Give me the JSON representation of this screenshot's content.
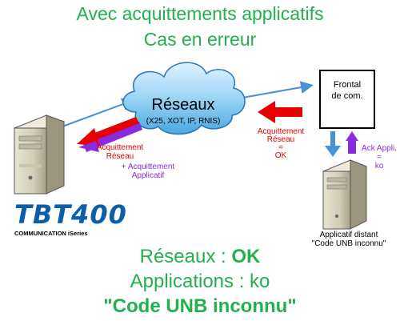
{
  "title": {
    "line1": "Avec acquittements applicatifs",
    "line2": "Cas en erreur"
  },
  "cloud": {
    "name": "Réseaux",
    "protocols": "(X25, XOT, IP, RNIS)"
  },
  "frontal": {
    "line1": "Frontal",
    "line2": "de com."
  },
  "ack_network_right": {
    "line1": "Acquittement",
    "line2": "Réseau",
    "line3": "=",
    "line4": "OK"
  },
  "ack_left": {
    "red_line1": "Acquittement",
    "red_line2": "Réseau",
    "purple_line1": "+ Acquittement",
    "purple_line2": "Applicatif"
  },
  "ack_appli": {
    "line1": "Ack Appli.",
    "line2": "=",
    "line3": "ko"
  },
  "remote_app": {
    "line1": "Applicatif distant",
    "line2": "\"Code UNB inconnu\""
  },
  "logo": {
    "brand": "TBT400",
    "subtitle": "COMMUNICATION iSeries"
  },
  "result": {
    "networks_label": "Réseaux : ",
    "networks_value": "OK",
    "applications": "Applications : ko",
    "error": "\"Code UNB inconnu\""
  },
  "colors": {
    "title_green": "#22b14c",
    "arrow_red": "#e60000",
    "arrow_purple": "#8a2be2",
    "link_blue": "#4a90d9"
  }
}
